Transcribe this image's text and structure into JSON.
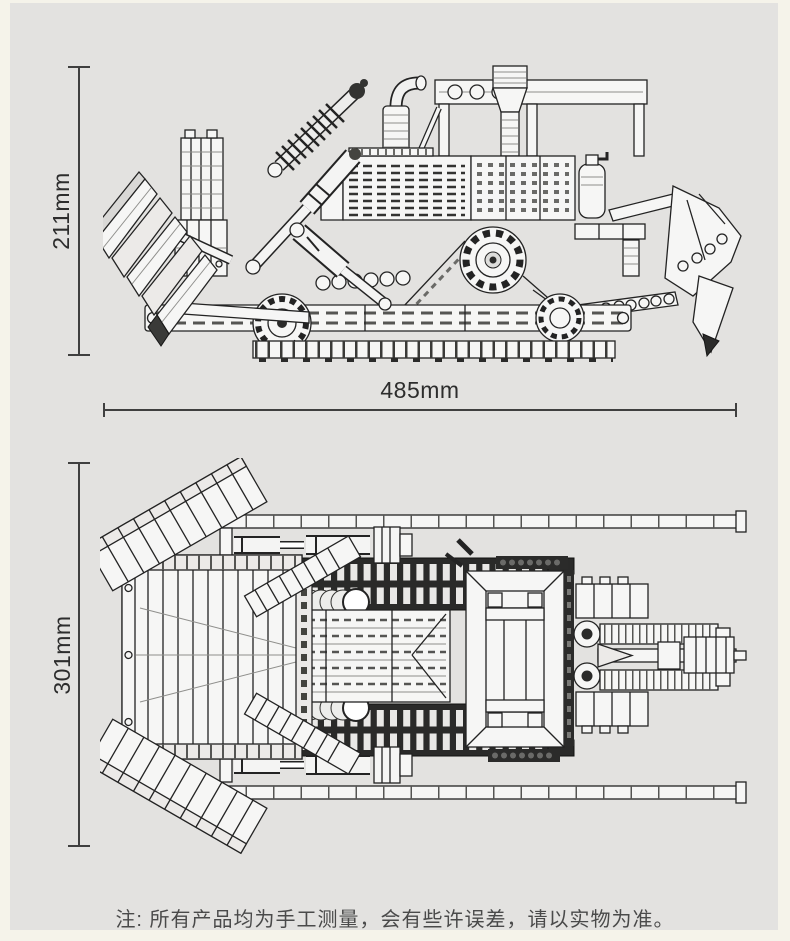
{
  "figure": {
    "type": "product-dimension-diagram",
    "subject": "technic-bulldozer-model-line-drawing"
  },
  "colors": {
    "page_background": "#f5f3ea",
    "panel_background": "#e3e2e0",
    "dimension_line": "#3f3f3f",
    "dimension_text": "#2d2d2d",
    "note_text": "#4a4a4a",
    "drawing_line": "#232323",
    "drawing_fill": "#f6f6f5"
  },
  "side_view": {
    "figure_name": "bulldozer-side-view-line-drawing",
    "height_label": "211mm",
    "width_label": "485mm"
  },
  "top_view": {
    "figure_name": "bulldozer-top-view-line-drawing",
    "height_label": "301mm"
  },
  "note": "注: 所有产品均为手工测量，会有些许误差，请以实物为准。"
}
